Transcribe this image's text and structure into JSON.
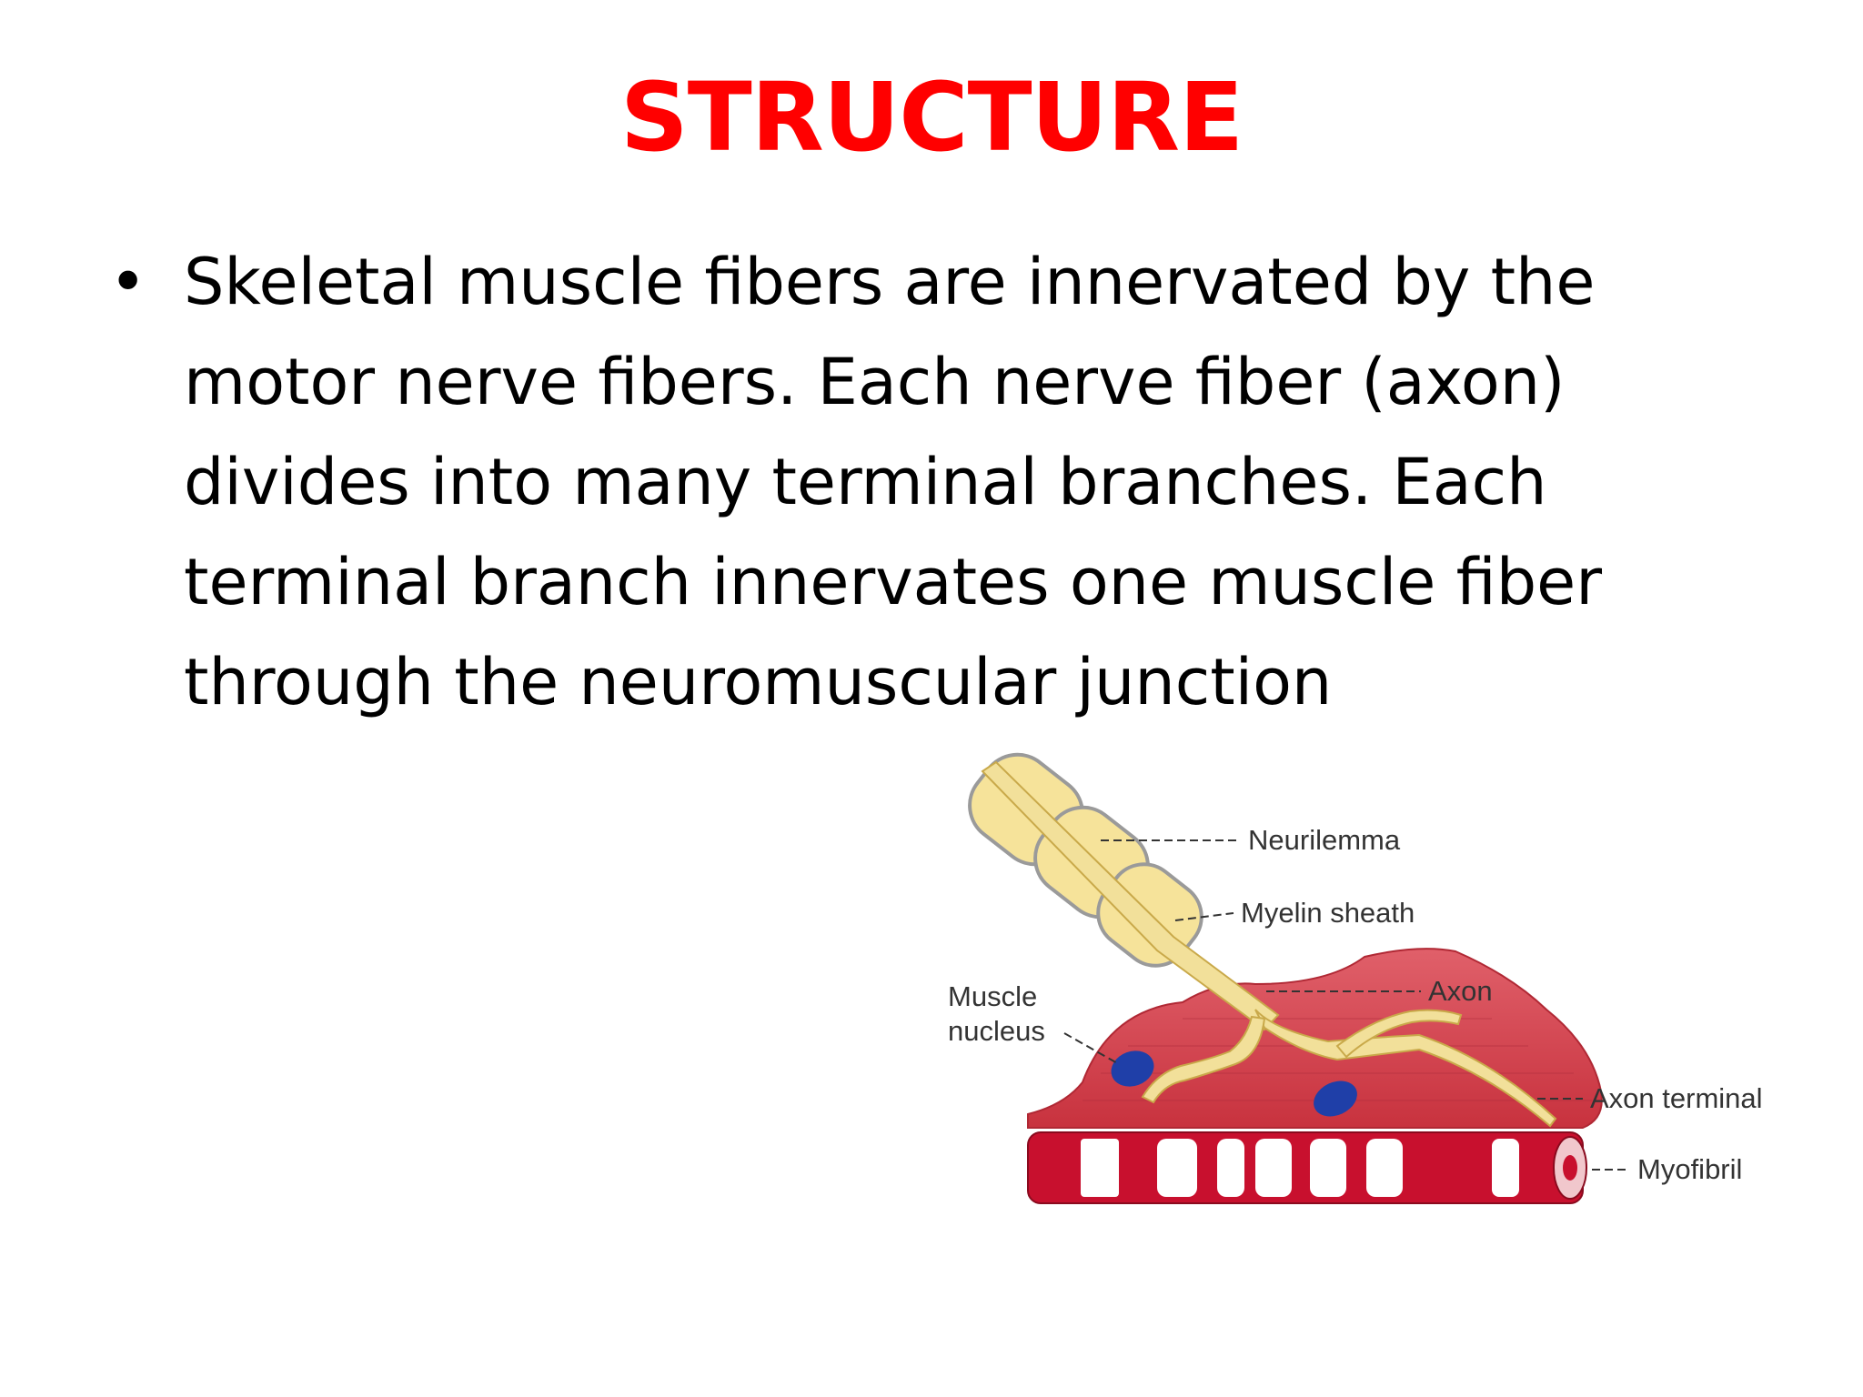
{
  "title": "STRUCTURE",
  "bullets": [
    {
      "symbol": "•",
      "text": "Skeletal muscle fibers are innervated by the motor nerve fibers. Each nerve fiber (axon) divides into many terminal branches. Each terminal branch innervates one muscle fiber through the neuromuscular junction"
    }
  ],
  "diagram": {
    "labels": {
      "neurilemma": "Neurilemma",
      "myelin_sheath": "Myelin sheath",
      "axon": "Axon",
      "muscle_nucleus_line1": "Muscle",
      "muscle_nucleus_line2": "nucleus",
      "axon_terminal": "Axon terminal",
      "myofibril": "Myofibril"
    },
    "colors": {
      "title": "#ff0000",
      "muscle": "#d8404c",
      "myofibril_band": "#c8102e",
      "nerve": "#f2e09a",
      "nucleus": "#1f3fa8",
      "sheath_outline": "#9a9a9a"
    }
  }
}
